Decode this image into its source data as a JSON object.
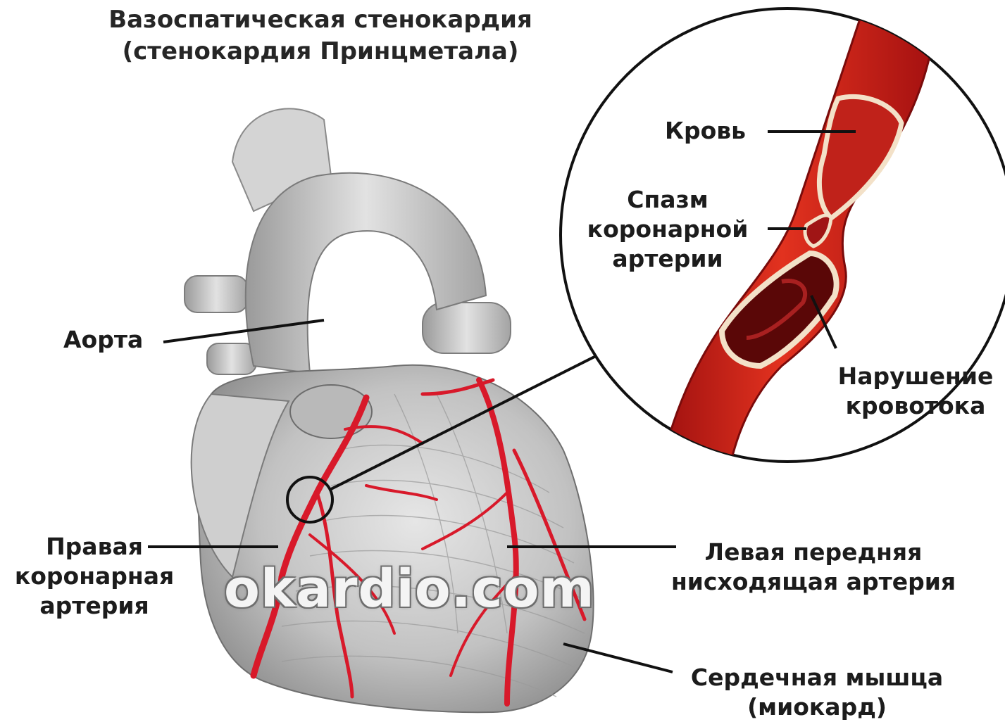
{
  "title": {
    "line1": "Вазоспатическая стенокардия",
    "line2": "(стенокардия Принцметала)"
  },
  "labels": {
    "aorta": "Аорта",
    "right_coronary": [
      "Правая",
      "коронарная",
      "артерия"
    ],
    "blood": "Кровь",
    "spasm": [
      "Спазм",
      "коронарной",
      "артерии"
    ],
    "flow": [
      "Нарушение",
      "кровотока"
    ],
    "lad": [
      "Левая передняя",
      "нисходящая артерия"
    ],
    "myocardium": [
      "Сердечная мышца",
      "(миокард)"
    ]
  },
  "watermark": "okardio.com",
  "colors": {
    "artery": "#d8192a",
    "vessel_dark": "#7a0b0b",
    "heart_gray": "#c9c9c9",
    "label_text": "#1c1c1c"
  }
}
